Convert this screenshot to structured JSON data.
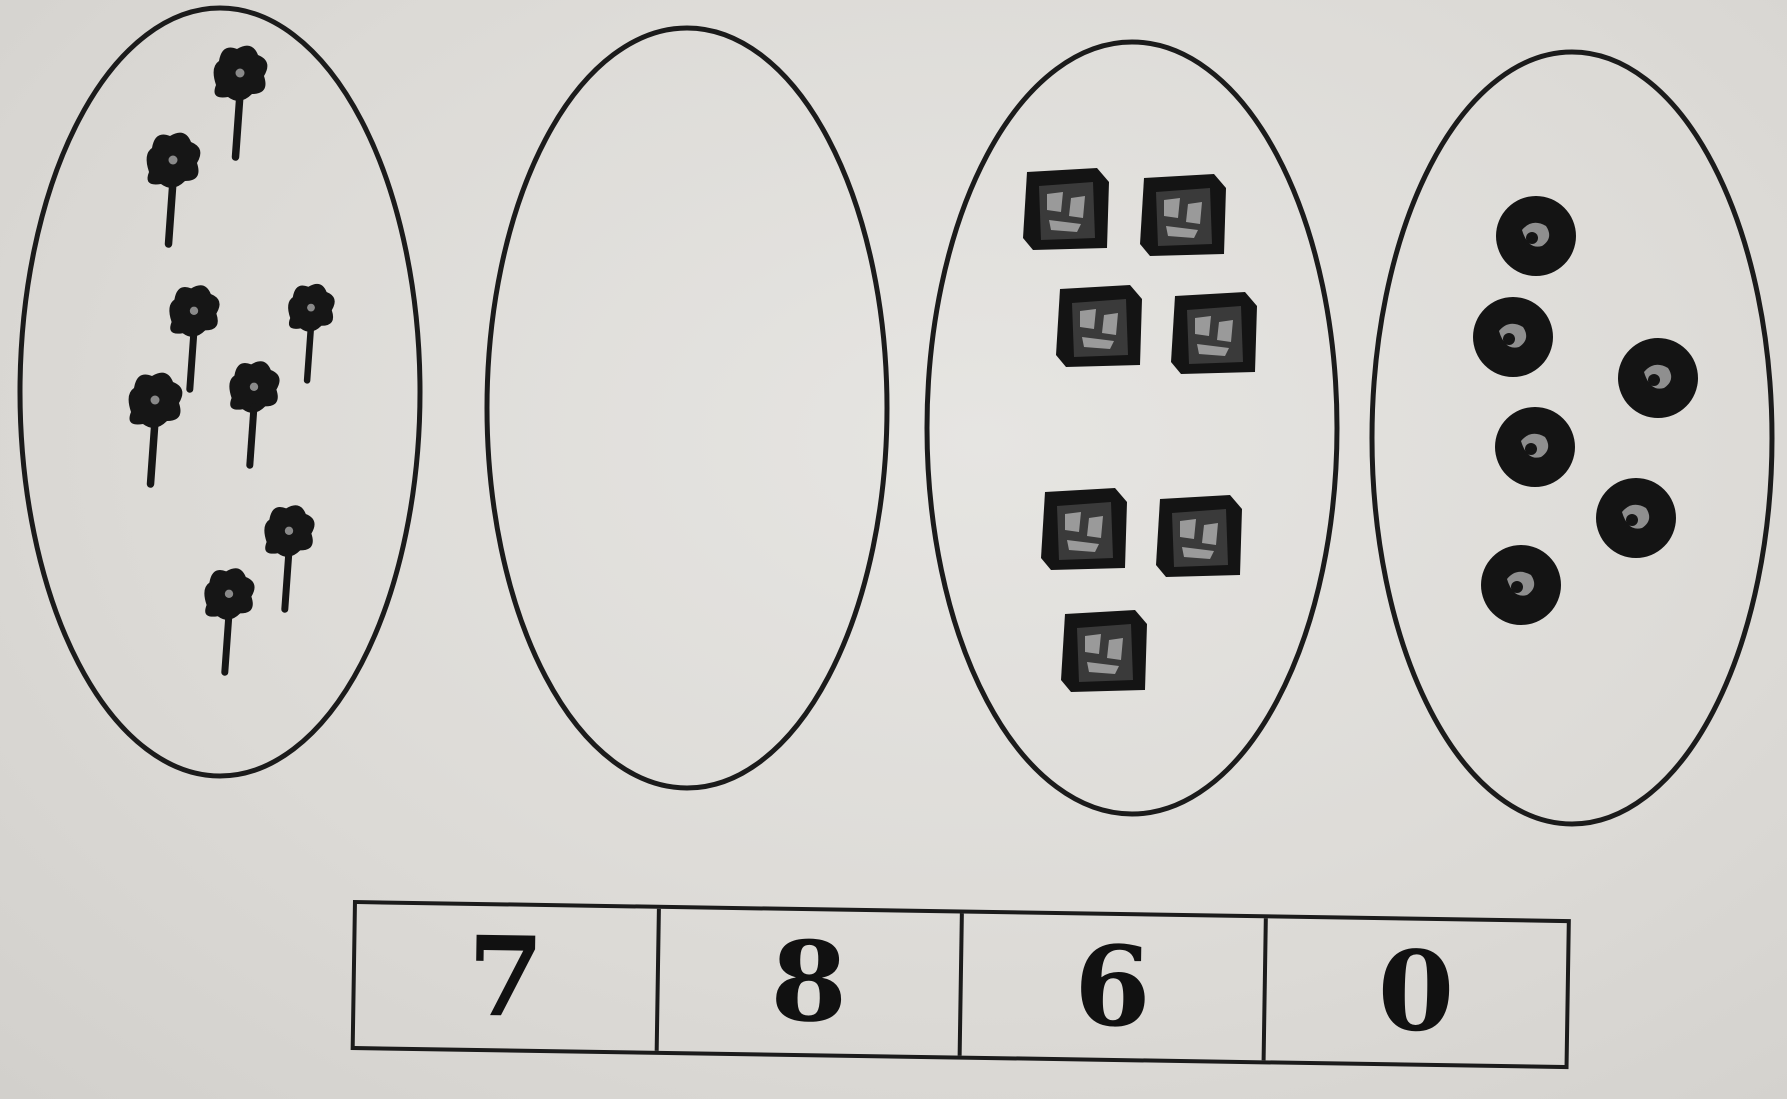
{
  "sets": [
    {
      "object": "flower",
      "icon": "flower-icon",
      "count": 8
    },
    {
      "object": "empty",
      "icon": "",
      "count": 0
    },
    {
      "object": "cube",
      "icon": "cube-icon",
      "count": 7
    },
    {
      "object": "ball",
      "icon": "ball-icon",
      "count": 6
    }
  ],
  "numbers": [
    "7",
    "8",
    "6",
    "0"
  ],
  "colors": {
    "ink": "#1b1b1b",
    "paper": "#dedcd8"
  }
}
